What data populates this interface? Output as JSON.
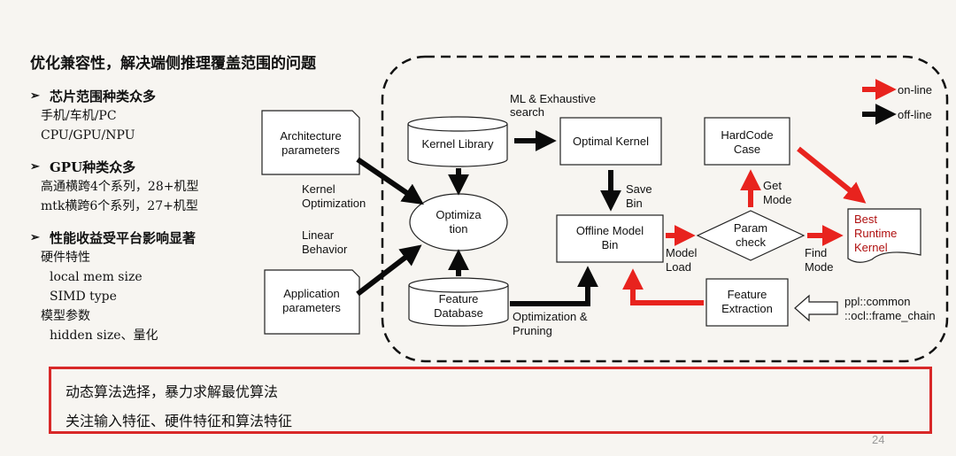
{
  "title": "优化兼容性，解决端侧推理覆盖范围的问题",
  "left": {
    "sections": [
      {
        "heading": "芯片范围种类众多",
        "lines": [
          "手机/车机/PC",
          "CPU/GPU/NPU"
        ]
      },
      {
        "heading": "GPU种类众多",
        "lines": [
          "高通横跨4个系列，28+机型",
          "mtk横跨6个系列，27+机型"
        ]
      },
      {
        "heading": "性能收益受平台影响显著",
        "lines": [
          "硬件特性",
          "local mem size",
          "SIMD type",
          "模型参数",
          "hidden size、量化"
        ]
      }
    ]
  },
  "diagram": {
    "architecture": [
      "Architecture",
      "parameters"
    ],
    "application": [
      "Application",
      "parameters"
    ],
    "kernel_opt": [
      "Kernel",
      "Optimization"
    ],
    "linear": [
      "Linear",
      "Behavior"
    ],
    "kernel_library": "Kernel Library",
    "optimization": [
      "Optimiza",
      "tion"
    ],
    "feature_db": [
      "Feature",
      "Database"
    ],
    "ml_search": [
      "ML & Exhaustive",
      "search"
    ],
    "optimal_kernel": "Optimal Kernel",
    "save_bin": [
      "Save",
      "Bin"
    ],
    "offline_bin": [
      "Offline Model",
      "Bin"
    ],
    "model_load": [
      "Model",
      "Load"
    ],
    "param_check": [
      "Param",
      "check"
    ],
    "get_mode": [
      "Get",
      "Mode"
    ],
    "hardcode": [
      "HardCode",
      "Case"
    ],
    "find_mode": [
      "Find",
      "Mode"
    ],
    "best_runtime": [
      "Best",
      "Runtime",
      "Kernel"
    ],
    "feature_extraction": [
      "Feature",
      "Extraction"
    ],
    "opt_pruning": [
      "Optimization &",
      "Pruning"
    ],
    "ppl": [
      "ppl::common",
      "::ocl::frame_chain"
    ],
    "legend_online": "on-line",
    "legend_offline": "off-line"
  },
  "bottom": {
    "line1": "动态算法选择，暴力求解最优算法",
    "line2": "关注输入特征、硬件特征和算法特征"
  },
  "page_number": "24",
  "colors": {
    "red": "#e8231e",
    "black": "#0a0a0a",
    "dark_red_text": "#b01010"
  }
}
